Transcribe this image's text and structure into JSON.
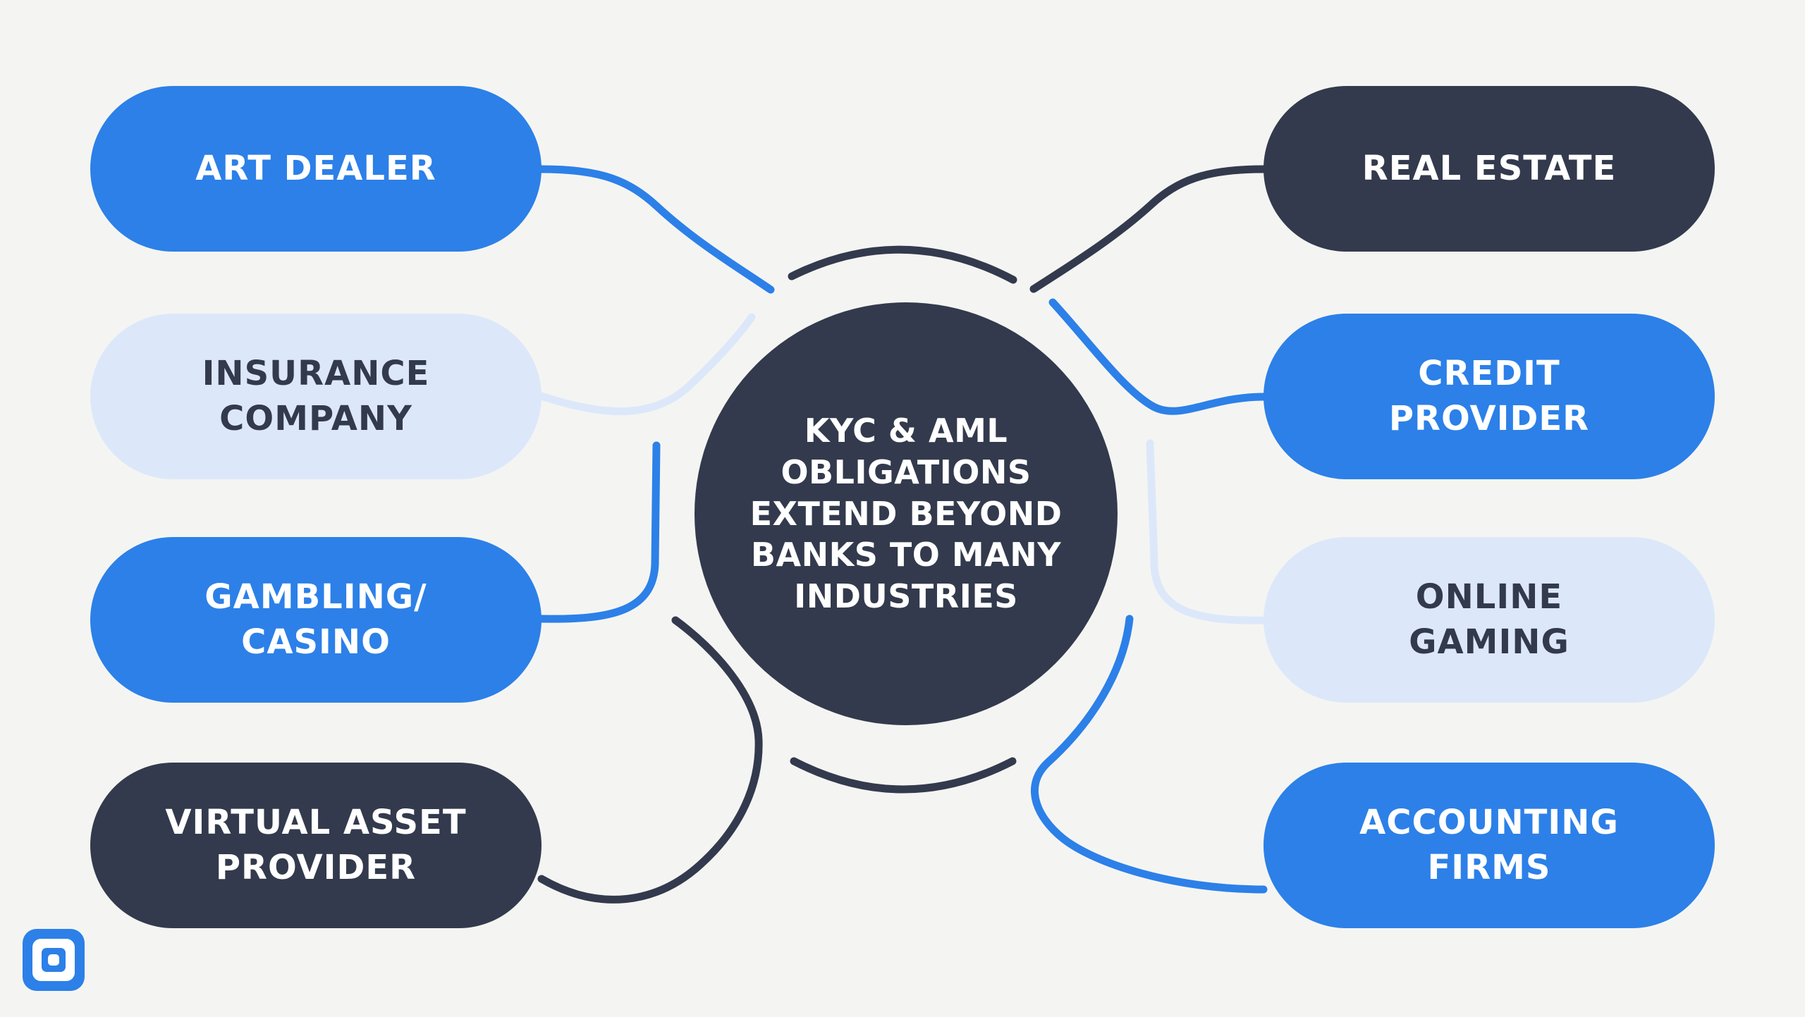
{
  "title": "KYC & AML obligations diagram",
  "colors": {
    "background": "#F4F5F2",
    "blue": "#2C80E8",
    "dark_navy": "#333A4D",
    "pale_blue": "#DCE8FA",
    "text_on_dark": "#FFFFFF"
  },
  "center": {
    "lines": [
      "KYC & AML",
      "OBLIGATIONS",
      "EXTEND BEYOND",
      "BANKS TO MANY",
      "INDUSTRIES"
    ],
    "text": "KYC & AML OBLIGATIONS EXTEND BEYOND BANKS TO MANY INDUSTRIES"
  },
  "nodes": {
    "art_dealer": {
      "label": "ART DEALER",
      "style": "blue",
      "side": "left"
    },
    "insurance": {
      "line1": "INSURANCE",
      "line2": "COMPANY",
      "style": "pale",
      "side": "left"
    },
    "gambling": {
      "line1": "GAMBLING/",
      "line2": "CASINO",
      "style": "blue",
      "side": "left"
    },
    "virtual_asset": {
      "line1": "VIRTUAL ASSET",
      "line2": "PROVIDER",
      "style": "dark",
      "side": "left"
    },
    "real_estate": {
      "label": "REAL ESTATE",
      "style": "dark",
      "side": "right"
    },
    "credit": {
      "line1": "CREDIT",
      "line2": "PROVIDER",
      "style": "blue",
      "side": "right"
    },
    "online_gaming": {
      "line1": "ONLINE",
      "line2": "GAMING",
      "style": "pale",
      "side": "right"
    },
    "accounting": {
      "line1": "ACCOUNTING",
      "line2": "FIRMS",
      "style": "blue",
      "side": "right"
    }
  },
  "logo": {
    "name": "brand logo",
    "shape": "blue rounded square with white inner ring and white center dot"
  }
}
